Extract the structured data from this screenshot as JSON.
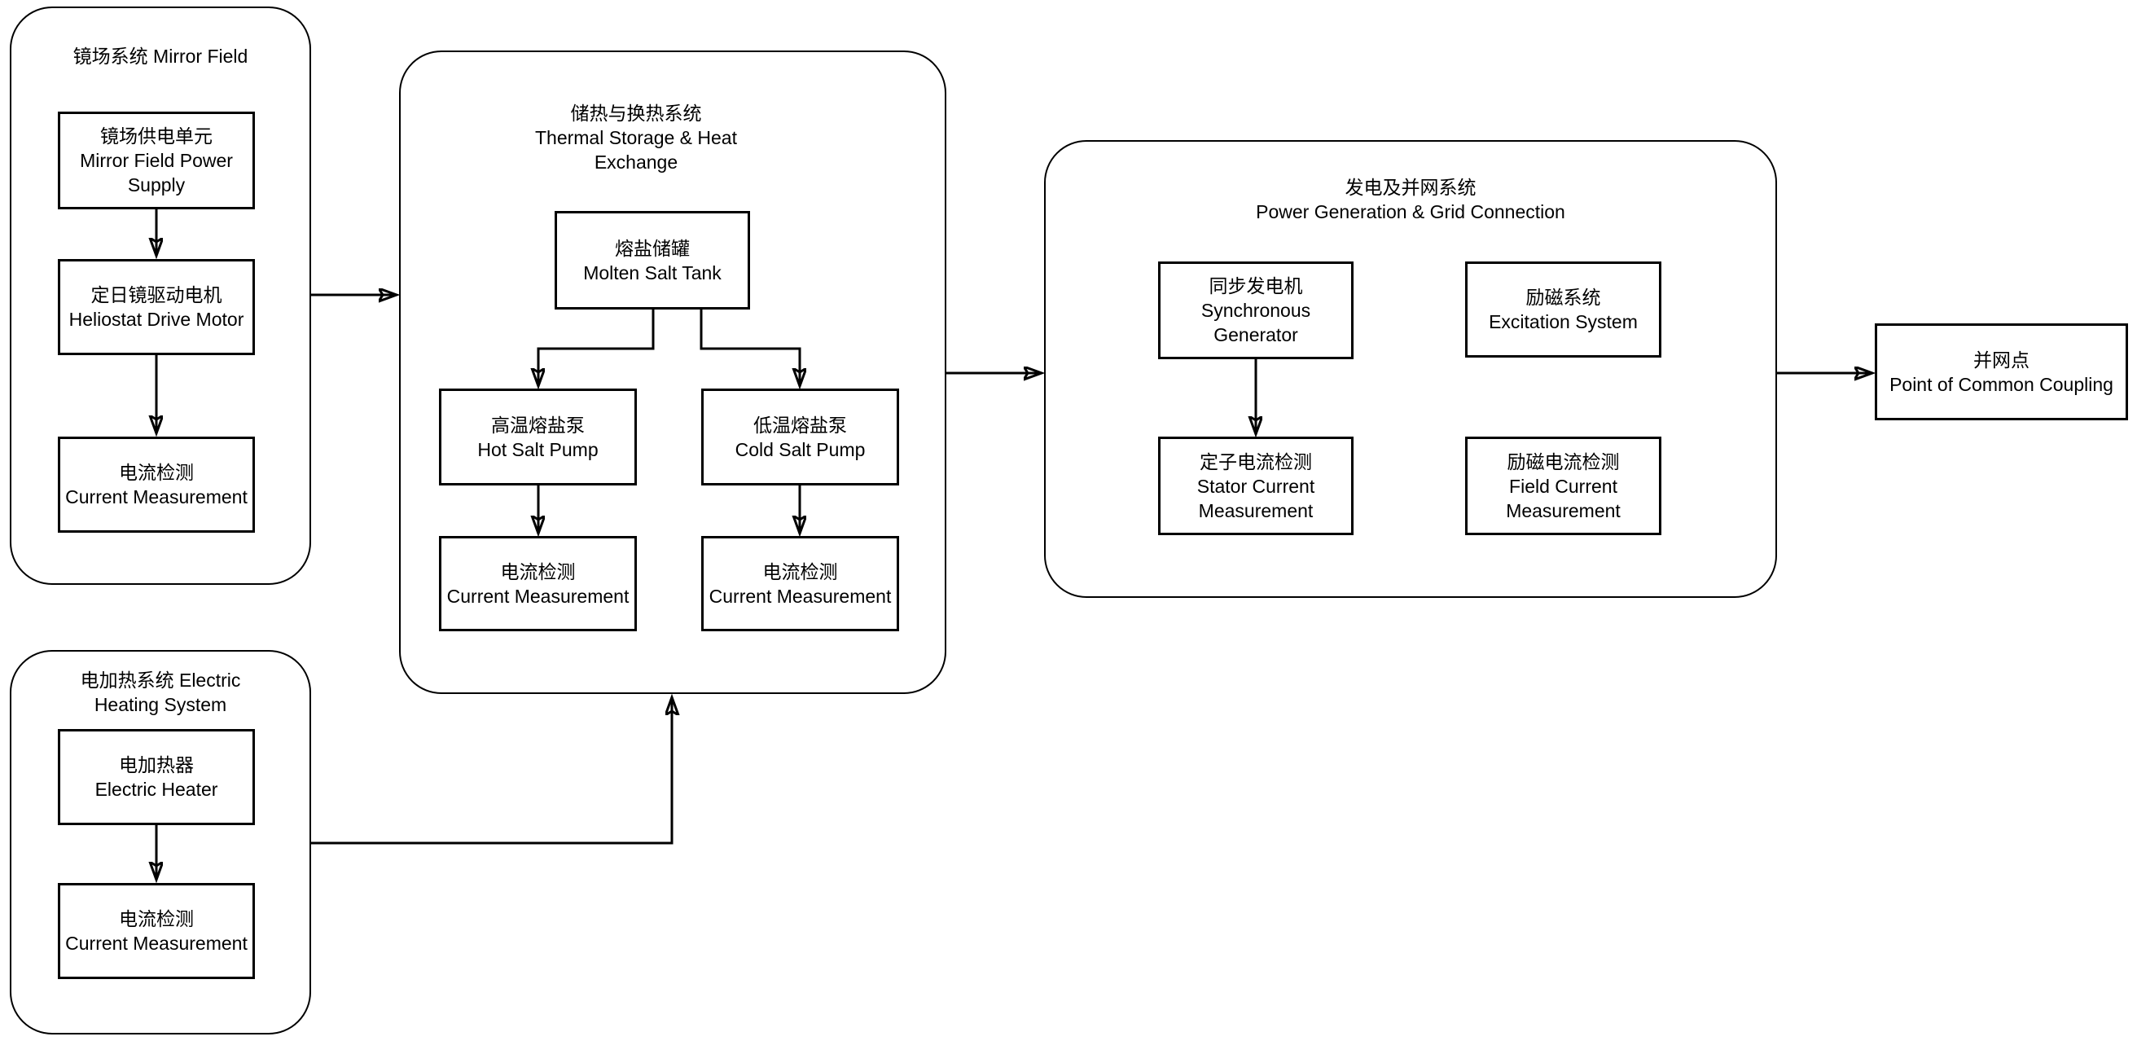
{
  "canvas": {
    "background": "#ffffff",
    "stroke_color": "#000000",
    "text_color": "#000000"
  },
  "groups": {
    "mirror_field": {
      "title_lines": [
        "镜场系统 Mirror Field"
      ]
    },
    "electric_heating": {
      "title_lines": [
        "电加热系统 Electric",
        "Heating System"
      ]
    },
    "thermal_storage": {
      "title_lines": [
        "储热与换热系统",
        "Thermal Storage & Heat",
        "Exchange"
      ]
    },
    "power_generation": {
      "title_lines": [
        "发电及并网系统",
        "Power Generation & Grid Connection"
      ]
    }
  },
  "nodes": {
    "mirror_power_supply": {
      "lines": [
        "镜场供电单元",
        "Mirror Field Power",
        "Supply"
      ]
    },
    "heliostat_drive_motor": {
      "lines": [
        "定日镜驱动电机",
        "Heliostat Drive Motor"
      ]
    },
    "mirror_current_measurement": {
      "lines": [
        "电流检测",
        "Current Measurement"
      ]
    },
    "electric_heater": {
      "lines": [
        "电加热器",
        "Electric Heater"
      ]
    },
    "heater_current_measurement": {
      "lines": [
        "电流检测",
        "Current Measurement"
      ]
    },
    "molten_salt_tank": {
      "lines": [
        "熔盐储罐",
        "Molten Salt Tank"
      ]
    },
    "hot_salt_pump": {
      "lines": [
        "高温熔盐泵",
        "Hot Salt Pump"
      ]
    },
    "cold_salt_pump": {
      "lines": [
        "低温熔盐泵",
        "Cold Salt Pump"
      ]
    },
    "hot_pump_current_measurement": {
      "lines": [
        "电流检测",
        "Current Measurement"
      ]
    },
    "cold_pump_current_measurement": {
      "lines": [
        "电流检测",
        "Current Measurement"
      ]
    },
    "synchronous_generator": {
      "lines": [
        "同步发电机",
        "Synchronous",
        "Generator"
      ]
    },
    "excitation_system": {
      "lines": [
        "励磁系统",
        "Excitation System"
      ]
    },
    "stator_current_measurement": {
      "lines": [
        "定子电流检测",
        "Stator Current",
        "Measurement"
      ]
    },
    "field_current_measurement": {
      "lines": [
        "励磁电流检测",
        "Field Current",
        "Measurement"
      ]
    },
    "point_of_common_coupling": {
      "lines": [
        "并网点",
        "Point of Common Coupling"
      ]
    }
  }
}
